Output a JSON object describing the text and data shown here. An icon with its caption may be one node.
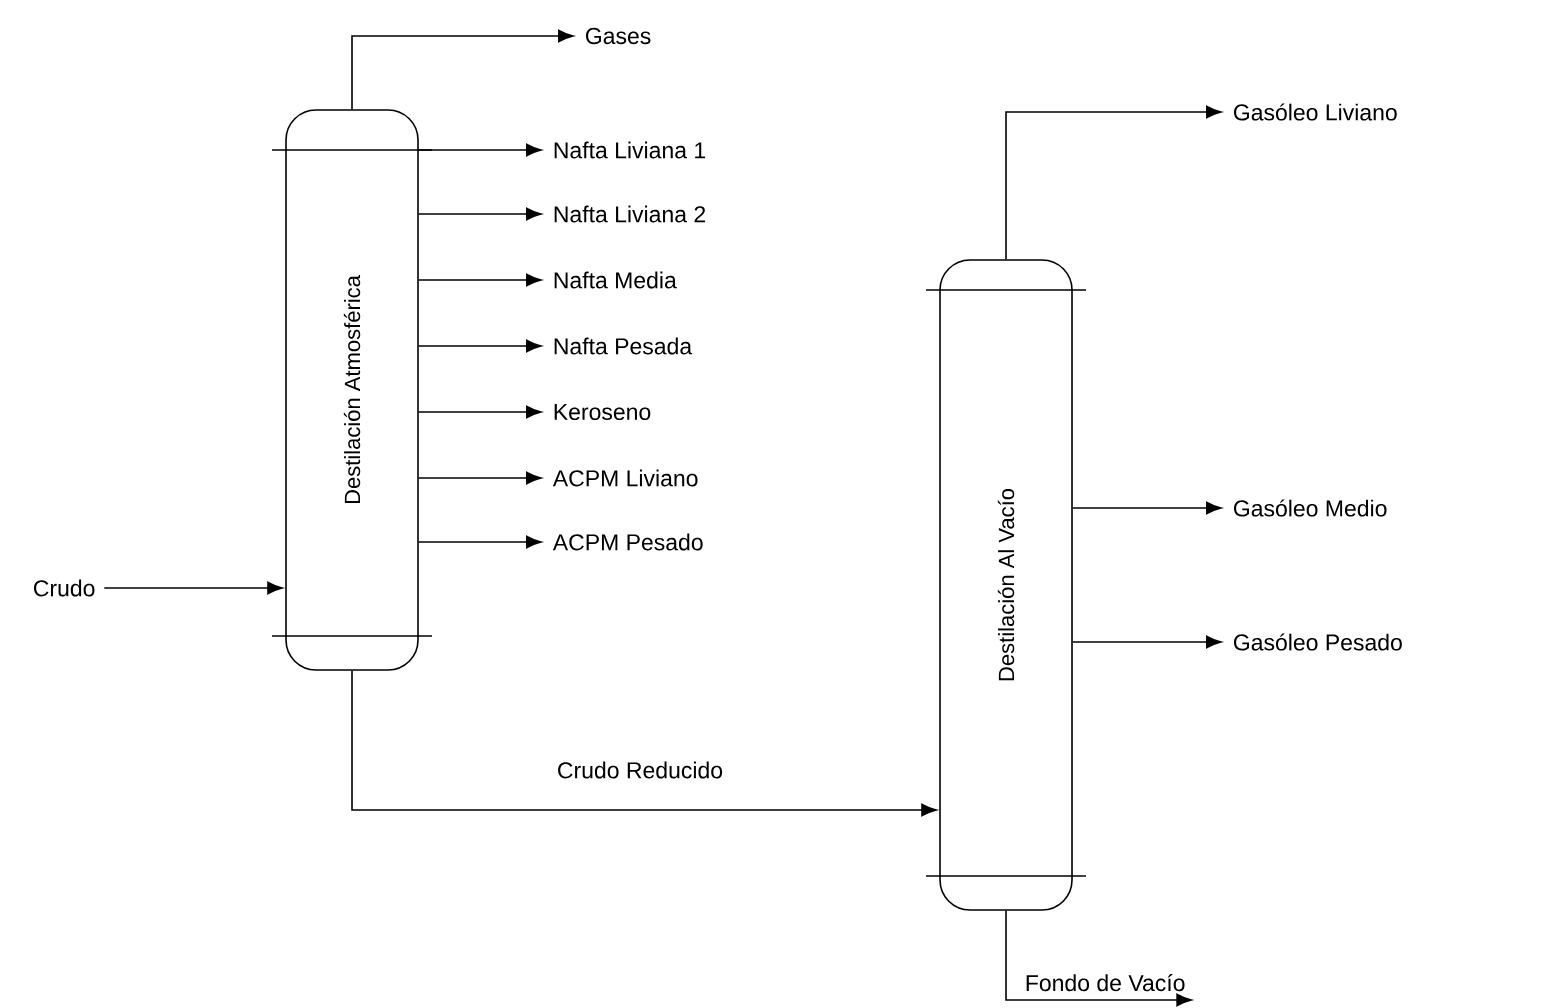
{
  "diagram": {
    "nodes": [
      {
        "text": [
          "Destilación Atmosférica"
        ]
      },
      {
        "text": [
          "Destilación Al Vacío"
        ]
      },
      {
        "text": [
          "Crudo"
        ]
      },
      {
        "text": [
          "Gases"
        ]
      },
      {
        "text": [
          "Nafta Liviana 1"
        ]
      },
      {
        "text": [
          "Nafta Liviana 2"
        ]
      },
      {
        "text": [
          "Nafta Media"
        ]
      },
      {
        "text": [
          "Nafta Pesada"
        ]
      },
      {
        "text": [
          "Keroseno"
        ]
      },
      {
        "text": [
          "ACPM Liviano"
        ]
      },
      {
        "text": [
          "ACPM Pesado"
        ]
      },
      {
        "text": [
          "Gasóleo Liviano"
        ]
      },
      {
        "text": [
          "Gasóleo Medio"
        ]
      },
      {
        "text": [
          "Gasóleo Pesado"
        ]
      },
      {
        "text": [
          "Fondo de Vacío"
        ]
      }
    ],
    "edges": [
      {
        "from": 2,
        "to": 0,
        "arrow": "to"
      },
      {
        "from": 0,
        "to": 3,
        "arrow": "to"
      },
      {
        "from": 0,
        "to": 4,
        "arrow": "to"
      },
      {
        "from": 0,
        "to": 5,
        "arrow": "to"
      },
      {
        "from": 0,
        "to": 6,
        "arrow": "to"
      },
      {
        "from": 0,
        "to": 7,
        "arrow": "to"
      },
      {
        "from": 0,
        "to": 8,
        "arrow": "to"
      },
      {
        "from": 0,
        "to": 9,
        "arrow": "to"
      },
      {
        "from": 0,
        "to": 10,
        "arrow": "to"
      },
      {
        "from": 0,
        "to": 1,
        "arrow": "to",
        "label": "Crudo Reducido"
      },
      {
        "from": 1,
        "to": 11,
        "arrow": "to"
      },
      {
        "from": 1,
        "to": 12,
        "arrow": "to"
      },
      {
        "from": 1,
        "to": 13,
        "arrow": "to"
      },
      {
        "from": 1,
        "to": 14,
        "arrow": "to"
      }
    ]
  }
}
